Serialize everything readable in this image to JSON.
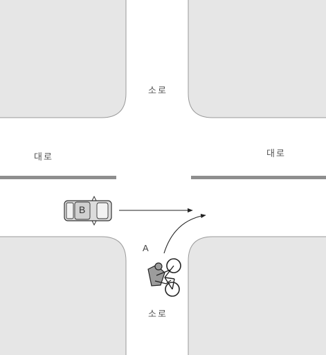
{
  "labels": {
    "minor_road_top": "소로",
    "minor_road_bottom": "소로",
    "major_road_left": "대로",
    "major_road_right": "대로",
    "car": "B",
    "bicycle": "A"
  },
  "colors": {
    "block_fill": "#e6e6e6",
    "block_stroke": "#9a9a9a",
    "center_line": "#8e8e8e",
    "arrow": "#222222",
    "car_body": "#dcdcdc",
    "rider": "#9c9c9c"
  }
}
